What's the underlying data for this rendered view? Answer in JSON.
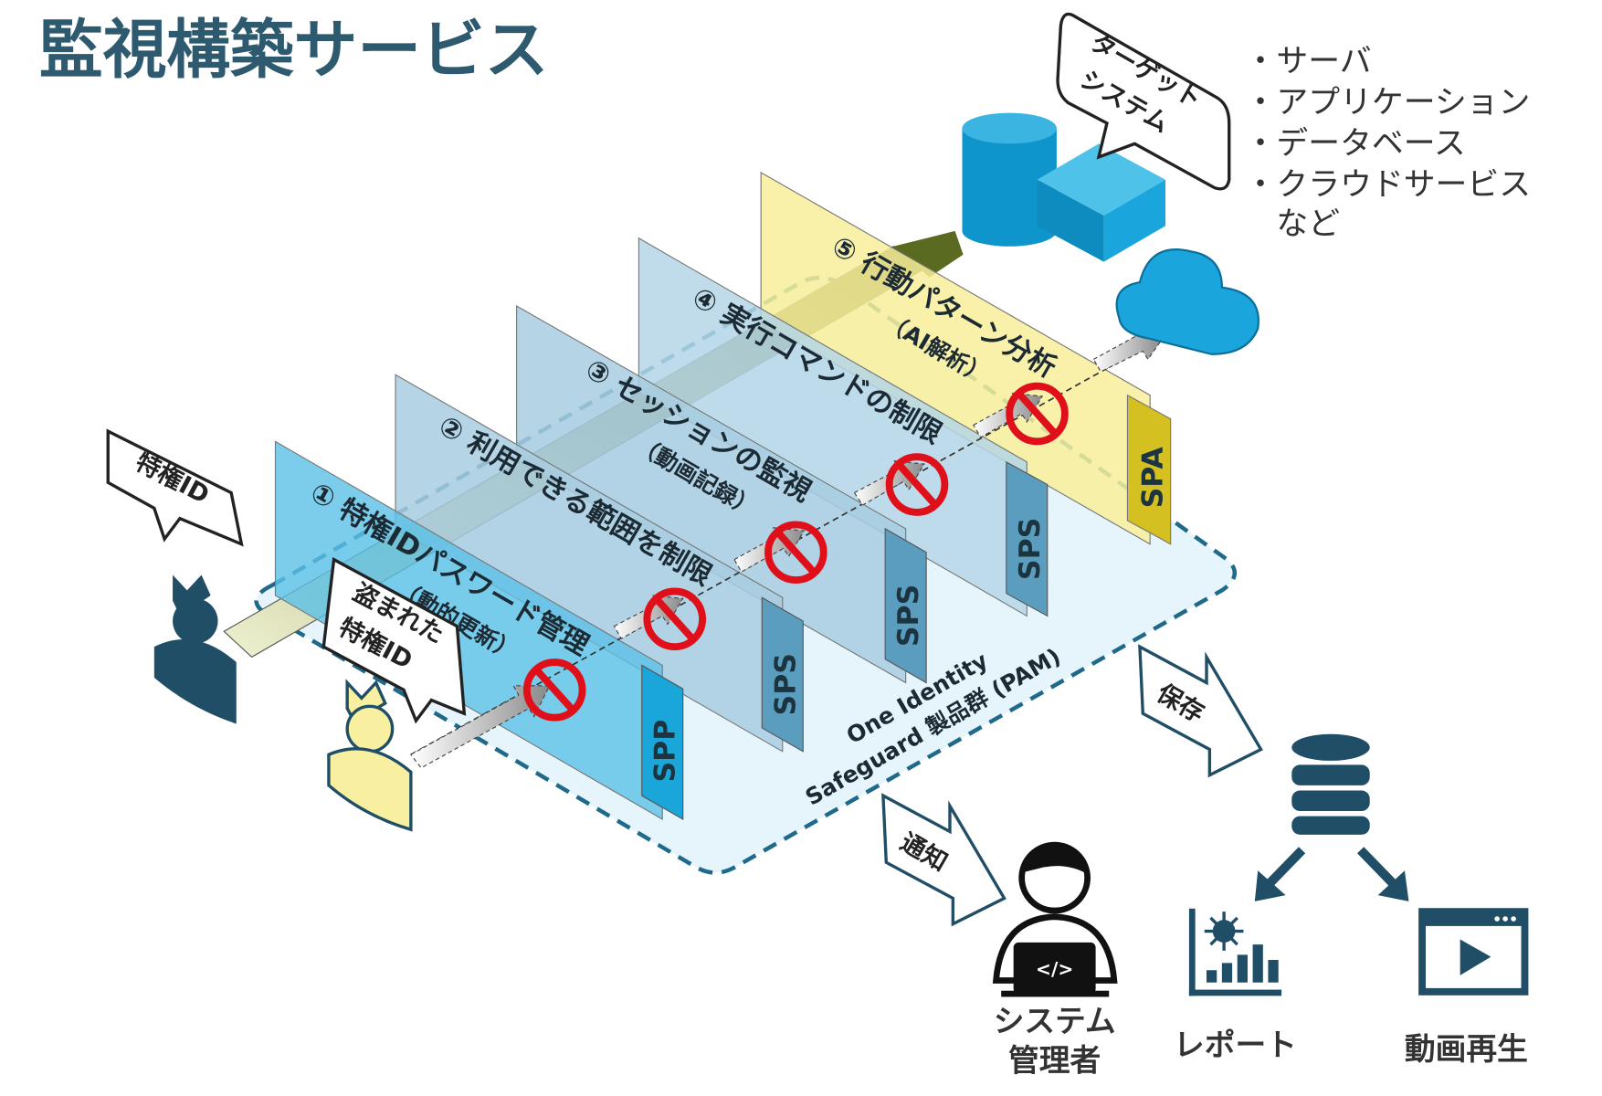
{
  "title": "監視構築サービス",
  "target_bubble": [
    "ターゲット",
    "システム"
  ],
  "targets": [
    "・サーバ",
    "・アプリケーション",
    "・データベース",
    "・クラウドサービス",
    "　など"
  ],
  "panels": [
    {
      "label": "① 特権IDパスワード管理",
      "sub": "（動的更新）",
      "tag": "SPP"
    },
    {
      "label": "② 利用できる範囲を制限",
      "sub": "",
      "tag": "SPS"
    },
    {
      "label": "③ セッションの監視",
      "sub": "（動画記録）",
      "tag": "SPS"
    },
    {
      "label": "④ 実行コマンドの制限",
      "sub": "",
      "tag": "SPS"
    },
    {
      "label": "⑤ 行動パターン分析",
      "sub": "（AI解析）",
      "tag": "SPA"
    }
  ],
  "privileged_bubble": "特権ID",
  "stolen_bubble": [
    "盗まれた",
    "特権ID"
  ],
  "platform": [
    "One Identity",
    "Safeguard 製品群 (PAM)"
  ],
  "save_arrow": "保存",
  "notify_arrow": "通知",
  "admin_label": [
    "システム",
    "管理者"
  ],
  "report_label": "レポート",
  "video_label": "動画再生",
  "colors": {
    "title": "#2e5a70",
    "accent": "#1ba6d9",
    "dark": "#1f4e66",
    "block": "#e0101a",
    "spa": "#d4c020"
  }
}
